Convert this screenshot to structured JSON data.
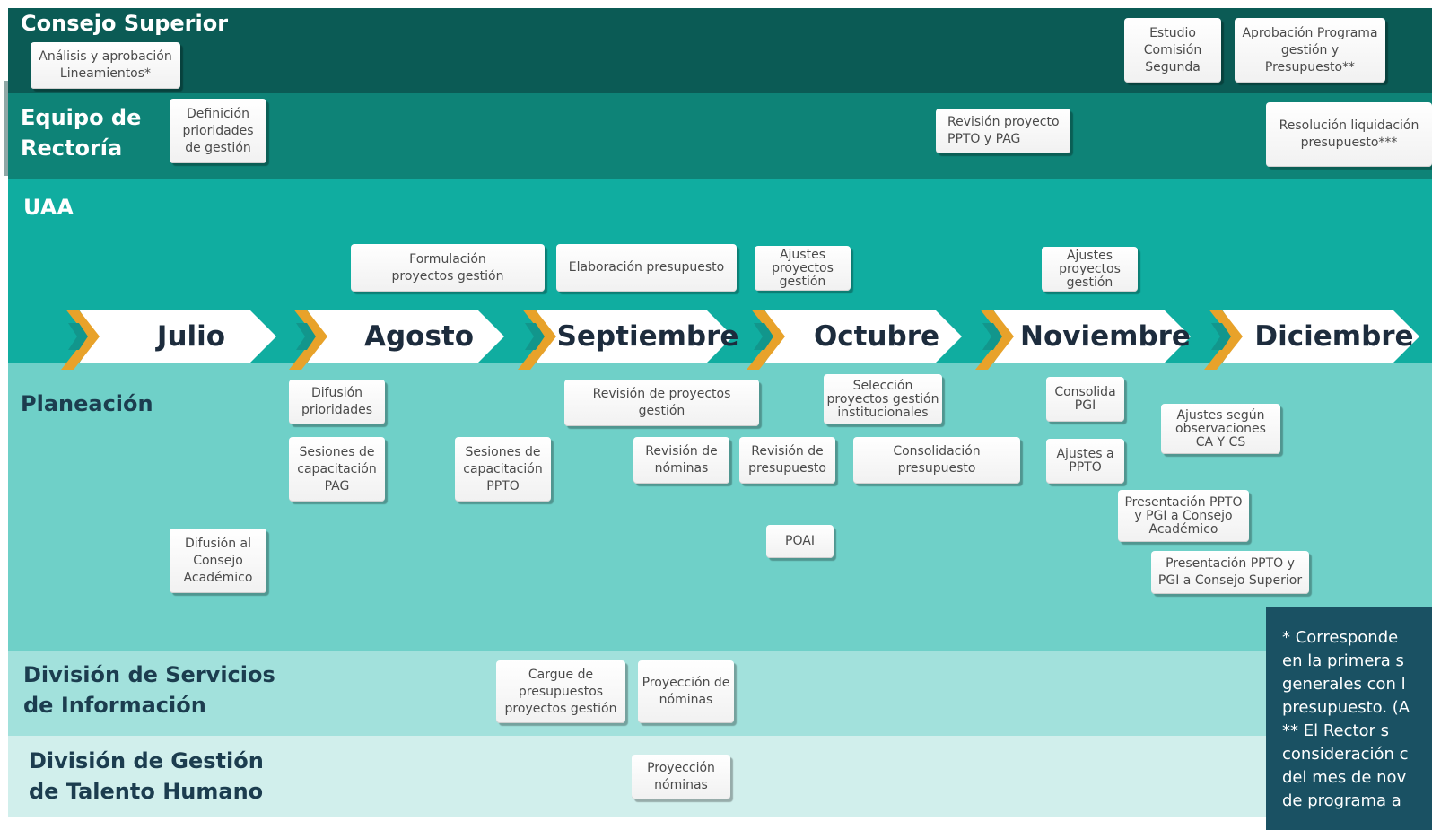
{
  "lanes": {
    "consejo": "Consejo Superior",
    "rectoria": "Equipo de\nRectoría",
    "uaa": "UAA",
    "planeacion": "Planeación",
    "dsi": "División de Servicios\nde Información",
    "dgth": "División de Gestión\nde Talento Humano"
  },
  "months": [
    "Julio",
    "Agosto",
    "Septiembre",
    "Octubre",
    "Noviembre",
    "Diciembre"
  ],
  "cards": {
    "analisis": "Análisis  y aprobación\nLineamientos*",
    "estudio": "Estudio\nComisión\nSegunda",
    "aprobacion": "Aprobación Programa\ngestión y\nPresupuesto**",
    "definicion": "Definición\nprioridades\nde gestión",
    "revision_proyecto": "Revisión proyecto\nPPTO y PAG",
    "resolucion": "Resolución liquidación\npresupuesto***",
    "formulacion": "Formulación\nproyectos gestión",
    "elaboracion": "Elaboración presupuesto",
    "ajustes_oct": "Ajustes\nproyectos\ngestión",
    "ajustes_nov": "Ajustes\nproyectos\ngestión",
    "difusion_prioridades": "Difusión\nprioridades",
    "revision_proyectos_gestion": "Revisión de proyectos\ngestión",
    "seleccion": "Selección\nproyectos gestión\ninstitucionales",
    "consolida_pgi": "Consolida\nPGI",
    "ajustes_observaciones": "Ajustes según\nobservaciones\nCA Y CS",
    "sesiones_pag": "Sesiones de\ncapacitación\nPAG",
    "sesiones_ppto": "Sesiones de\ncapacitación\nPPTO",
    "revision_nominas": "Revisión de\nnóminas",
    "revision_presupuesto": "Revisión de\npresupuesto",
    "consolidacion": "Consolidación\npresupuesto",
    "ajustes_ppto": "Ajustes a\nPPTO",
    "presentacion_ca": "Presentación PPTO\ny PGI a Consejo\nAcadémico",
    "presentacion_cs": "Presentación PPTO y\nPGI a Consejo Superior",
    "difusion_consejo": "Difusión al\nConsejo\nAcadémico",
    "poai": "POAI",
    "cargue": "Cargue de\npresupuestos\nproyectos  gestión",
    "proyeccion_nominas_dsi": "Proyección de\nnóminas",
    "proyeccion_nominas_dgth": "Proyección\nnóminas"
  },
  "note": "* Corresponde\nen la primera s\ngenerales con l\npresupuesto. (A\n** El Rector s\nconsideración c\ndel mes de nov\nde programa a",
  "colors": {
    "consejo": "#0b5b55",
    "rectoria": "#0e8377",
    "uaa": "#10ada0",
    "planeacion": "#6fd0c8",
    "dsi": "#a2e1dc",
    "dgth": "#d1efec",
    "chevron_orange": "#e8a22a",
    "chevron_teal": "#12968c",
    "note_bg": "#1a5163"
  }
}
